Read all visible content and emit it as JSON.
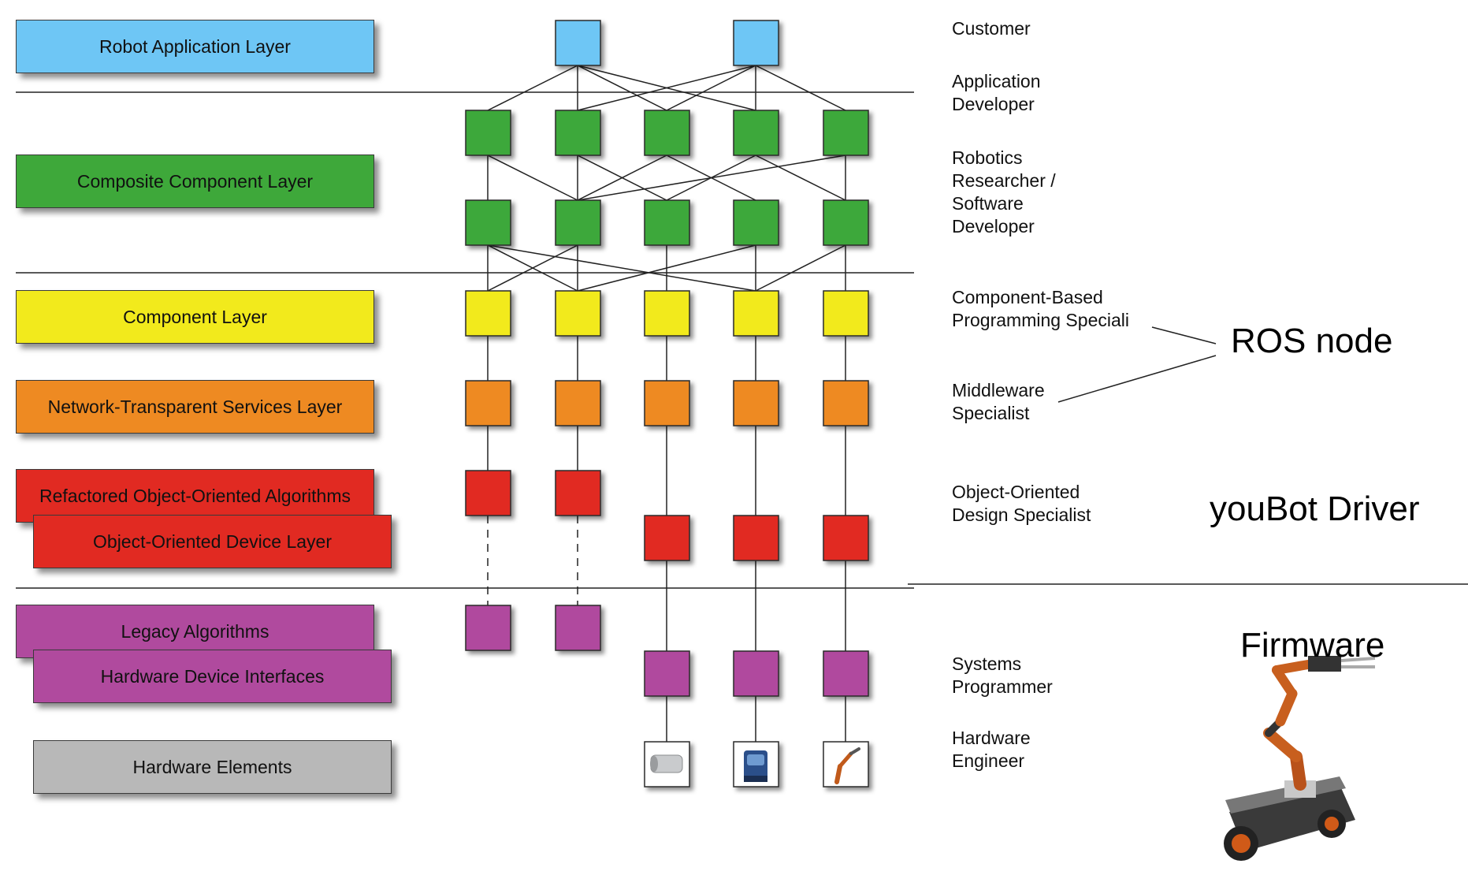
{
  "layer_labels": {
    "robot_app": "Robot Application Layer",
    "composite": "Composite Component Layer",
    "component": "Component Layer",
    "network": "Network-Transparent Services Layer",
    "refactored": "Refactored Object-Oriented Algorithms",
    "oo_device": "Object-Oriented Device Layer",
    "legacy": "Legacy Algorithms",
    "hw_interfaces": "Hardware Device Interfaces",
    "hw_elements": "Hardware Elements"
  },
  "roles": {
    "customer": "Customer",
    "app_dev": "Application\nDeveloper",
    "robotics": "Robotics\nResearcher /\nSoftware\nDeveloper",
    "cbp": "Component-Based\nProgramming Speciali",
    "middleware": "Middleware\nSpecialist",
    "oo_design": "Object-Oriented\nDesign Specialist",
    "sys_prog": "Systems\nProgrammer",
    "hw_eng": "Hardware\nEngineer"
  },
  "annotations": {
    "ros_node": "ROS node",
    "youbot_driver": "youBot Driver",
    "firmware": "Firmware"
  },
  "colors": {
    "blue": "#6ec6f5",
    "green": "#3ea83a",
    "yellow": "#f2ea1c",
    "orange": "#ee8a22",
    "red": "#e12a22",
    "purple": "#b04a9e",
    "gray": "#b8b8b8"
  },
  "icons": {
    "hardware_1": "camera-icon",
    "hardware_2": "laser-scanner-icon",
    "hardware_3": "robot-arm-icon",
    "robot": "youbot-robot-icon"
  }
}
